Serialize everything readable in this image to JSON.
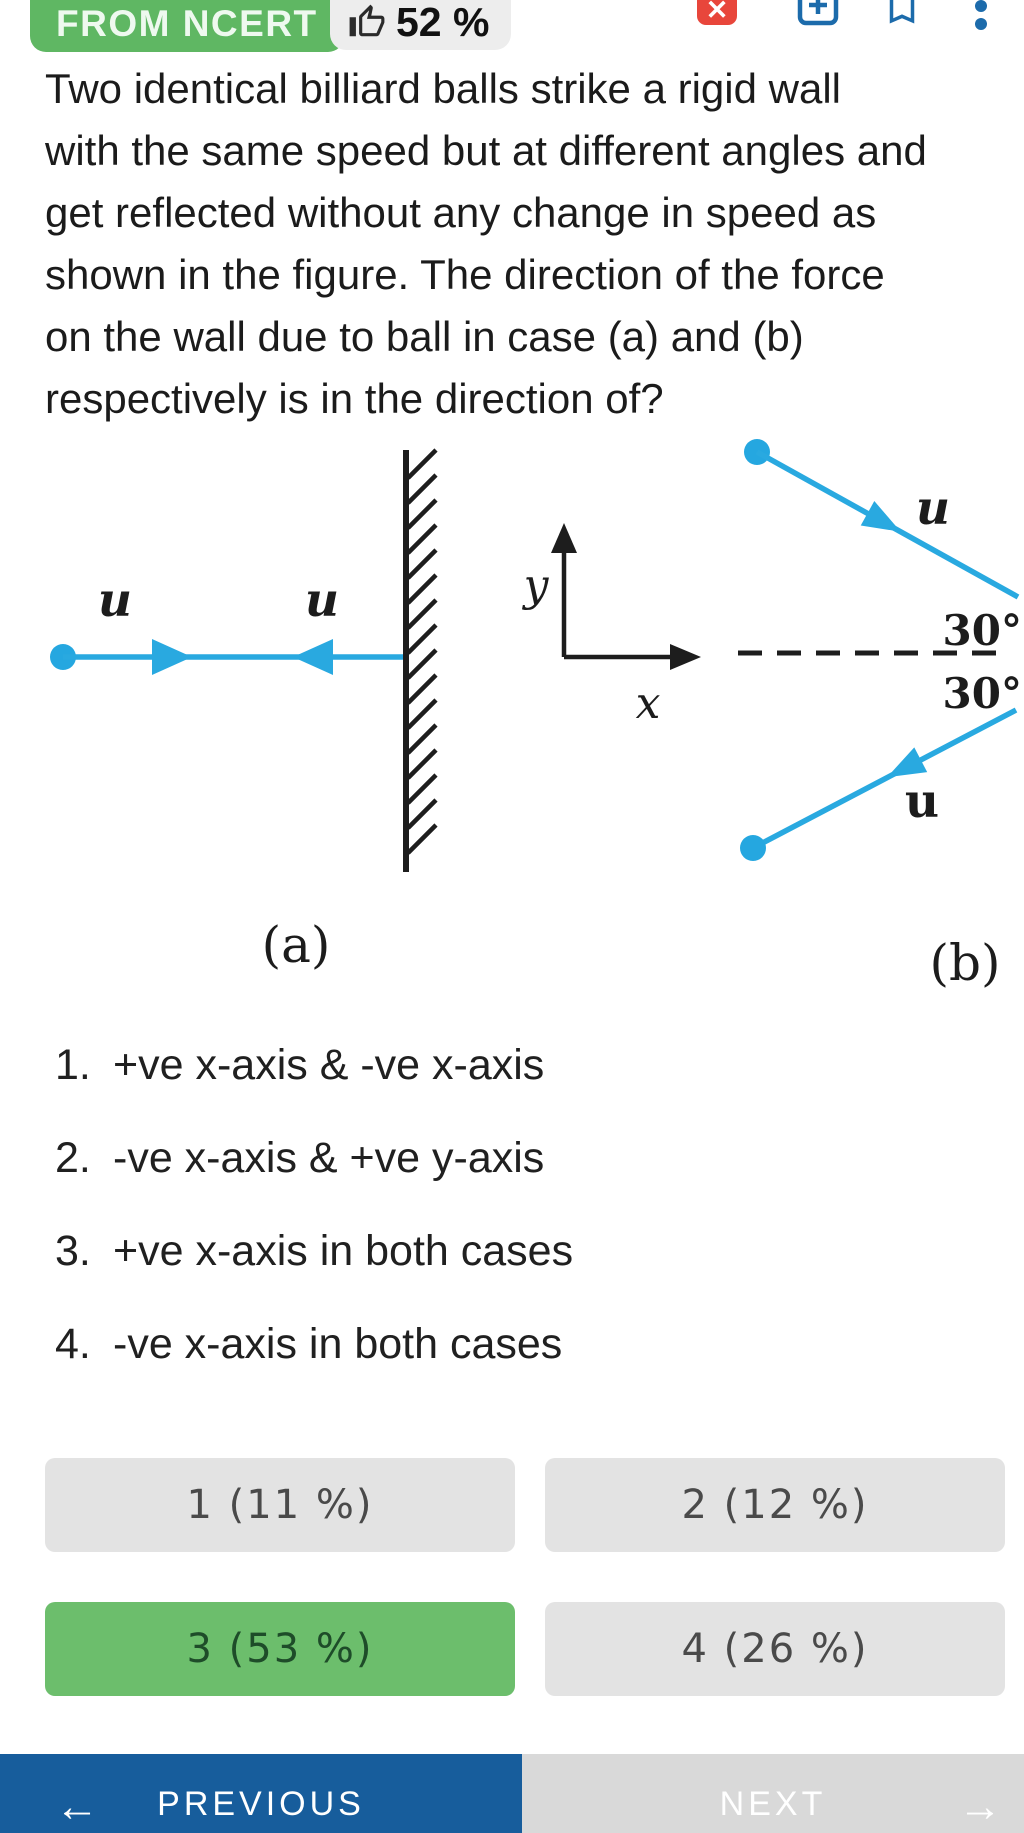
{
  "header": {
    "source_badge": "FROM NCERT",
    "rating_percent": "52 %",
    "close_glyph": "✕"
  },
  "question": {
    "text": "Two identical billiard balls strike a rigid wall\nwith the same speed but at different angles and\nget reflected without any change in speed as\nshown in the figure. The direction of the force\non the wall due to ball in case (a) and (b)\nrespectively is in the direction of?"
  },
  "figure": {
    "speed_label": "u",
    "axis_x": "x",
    "axis_y": "y",
    "angle_upper": "30°",
    "angle_lower": "30°",
    "caption_a": "(a)",
    "caption_b": "(b)"
  },
  "options": [
    {
      "num": "1.",
      "text": "+ve x-axis & -ve x-axis"
    },
    {
      "num": "2.",
      "text": "-ve x-axis & +ve y-axis"
    },
    {
      "num": "3.",
      "text": "+ve x-axis in both cases"
    },
    {
      "num": "4.",
      "text": "-ve x-axis in both cases"
    }
  ],
  "stats": [
    {
      "label": "1 (11 %)",
      "highlight": false
    },
    {
      "label": "2 (12 %)",
      "highlight": false
    },
    {
      "label": "3 (53 %)",
      "highlight": true
    },
    {
      "label": "4 (26 %)",
      "highlight": false
    }
  ],
  "nav": {
    "previous": "PREVIOUS",
    "next": "NEXT",
    "prev_arrow": "←",
    "next_arrow": "→"
  },
  "colors": {
    "badge_green": "#5fb763",
    "correct_green": "#6cbe6c",
    "figure_cyan": "#29a9e0",
    "icon_blue": "#1c6bab",
    "alert_red": "#e8463b",
    "nav_blue": "#175d9c",
    "nav_gray": "#d9d9d9"
  }
}
